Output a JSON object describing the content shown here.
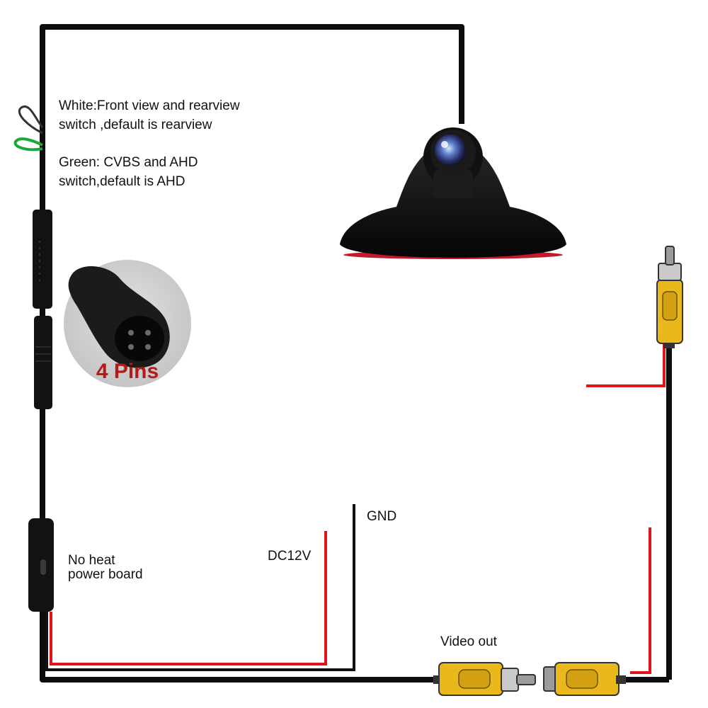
{
  "colors": {
    "cable": "#0d0d0d",
    "power_wire": "#e0151b",
    "rca_yellow": "#e9b91c",
    "loop_green": "#18a83c",
    "pins_text": "#b31b1b"
  },
  "labels": {
    "white_switch": [
      "White:Front view and rearview",
      "switch ,default is rearview"
    ],
    "green_switch": [
      "Green: CVBS and AHD",
      "switch,default is AHD"
    ],
    "connector_pins": "4 Pins",
    "gnd": "GND",
    "dc12v": "DC12V",
    "power_board": [
      "No heat",
      "power board"
    ],
    "video_out": "Video out"
  },
  "icons": [
    "camera-icon",
    "connector-pins-icon",
    "rca-plug-icon",
    "wire-loop-icon"
  ]
}
